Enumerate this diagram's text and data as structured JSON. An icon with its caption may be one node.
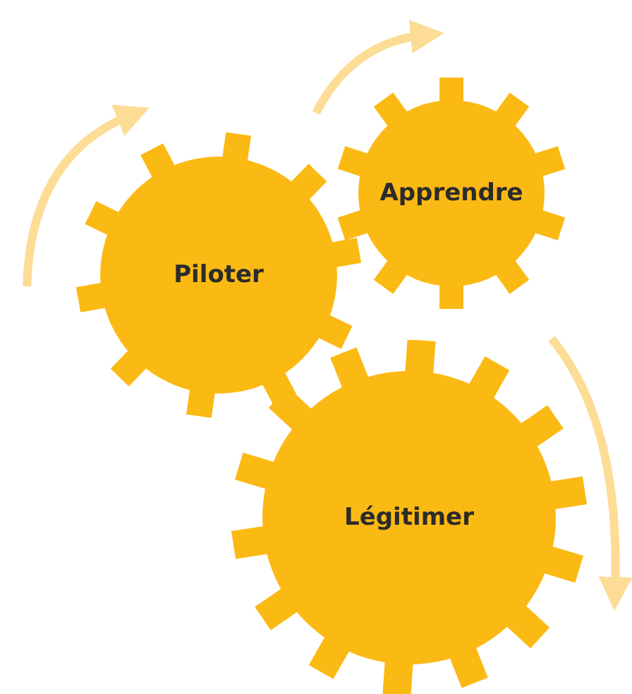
{
  "diagram": {
    "nodes": [
      {
        "text": [
          "Piloter"
        ]
      },
      {
        "text": [
          "Apprendre"
        ]
      },
      {
        "text": [
          "Légitimer"
        ]
      }
    ]
  }
}
